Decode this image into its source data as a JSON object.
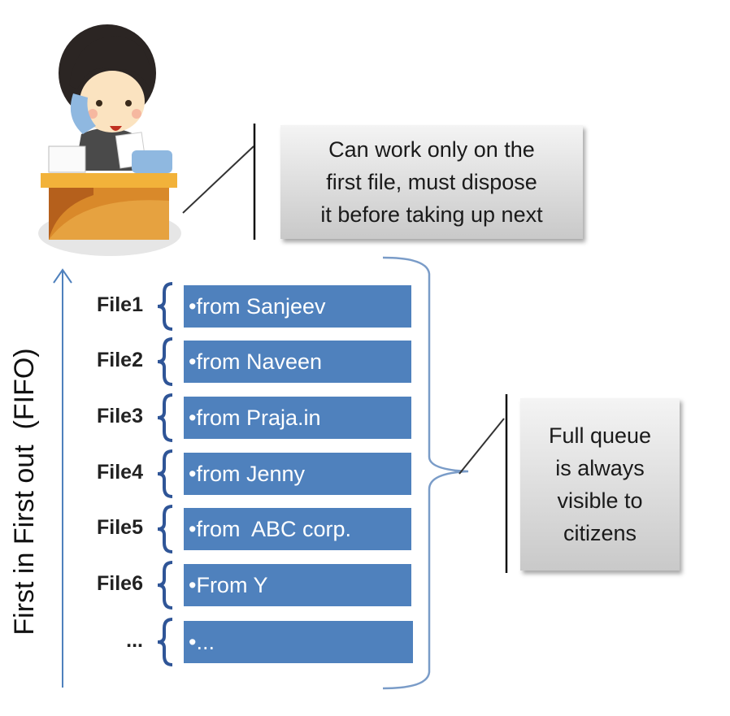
{
  "diagram": {
    "title_vertical": "First in First out  (FIFO)",
    "clerk": {
      "icon": "clerk-at-desk-icon"
    },
    "callout_top": {
      "lines": [
        "Can work only on the",
        "first file, must dispose",
        "it before taking up next"
      ]
    },
    "callout_right": {
      "lines": [
        "Full queue",
        "is always",
        "visible to",
        "citizens"
      ]
    },
    "queue": [
      {
        "label": "File1",
        "text": "•from Sanjeev"
      },
      {
        "label": "File2",
        "text": "•from Naveen"
      },
      {
        "label": "File3",
        "text": "•from Praja.in"
      },
      {
        "label": "File4",
        "text": "•from Jenny"
      },
      {
        "label": "File5",
        "text": "•from  ABC corp."
      },
      {
        "label": "File6",
        "text": "•From Y"
      },
      {
        "label": "...",
        "text": "•..."
      }
    ],
    "colors": {
      "box_fill": "#4f81bd",
      "arrow": "#4f81bd",
      "brace": "#2f5597"
    }
  }
}
